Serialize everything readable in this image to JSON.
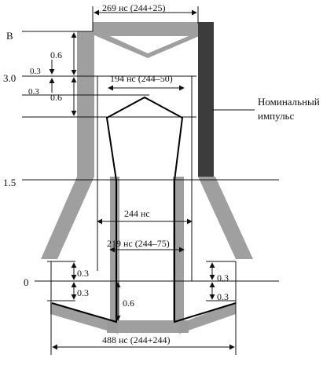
{
  "diagram": {
    "y_labels": {
      "unit": "B",
      "v30": "3.0",
      "v15": "1.5",
      "v0": "0"
    },
    "dims": {
      "top_width": "269 нс (244+25)",
      "inner_top_width": "194 нс (244–50)",
      "mid_width": "244 нс",
      "lower_width": "219 нс (244–75)",
      "bottom_width": "488 нс (244+244)",
      "upper_06": "0.6",
      "upper_03a": "0.3",
      "upper_03b": "0.3",
      "second_06": "0.6",
      "left_03a": "0.3",
      "left_03b": "0.3",
      "center_06": "0.6",
      "right_03a": "0.3",
      "right_03b": "0.3"
    },
    "callout": {
      "line1": "Номинальный",
      "line2": "импульс"
    }
  }
}
